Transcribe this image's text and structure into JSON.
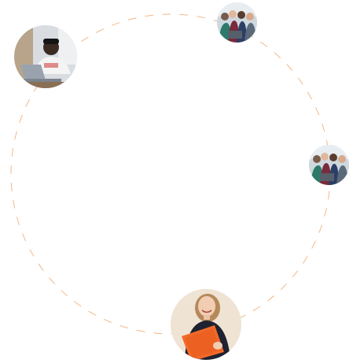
{
  "colors": {
    "ring_dash": "#f2b98a",
    "background": "#ffffff",
    "folder_accent": "#f26a2a"
  },
  "avatars": [
    {
      "id": "student",
      "icon": "student-with-laptop-photo"
    },
    {
      "id": "group-top",
      "icon": "group-photo"
    },
    {
      "id": "group-right",
      "icon": "group-photo"
    },
    {
      "id": "woman",
      "icon": "smiling-woman-with-folder-photo"
    }
  ]
}
